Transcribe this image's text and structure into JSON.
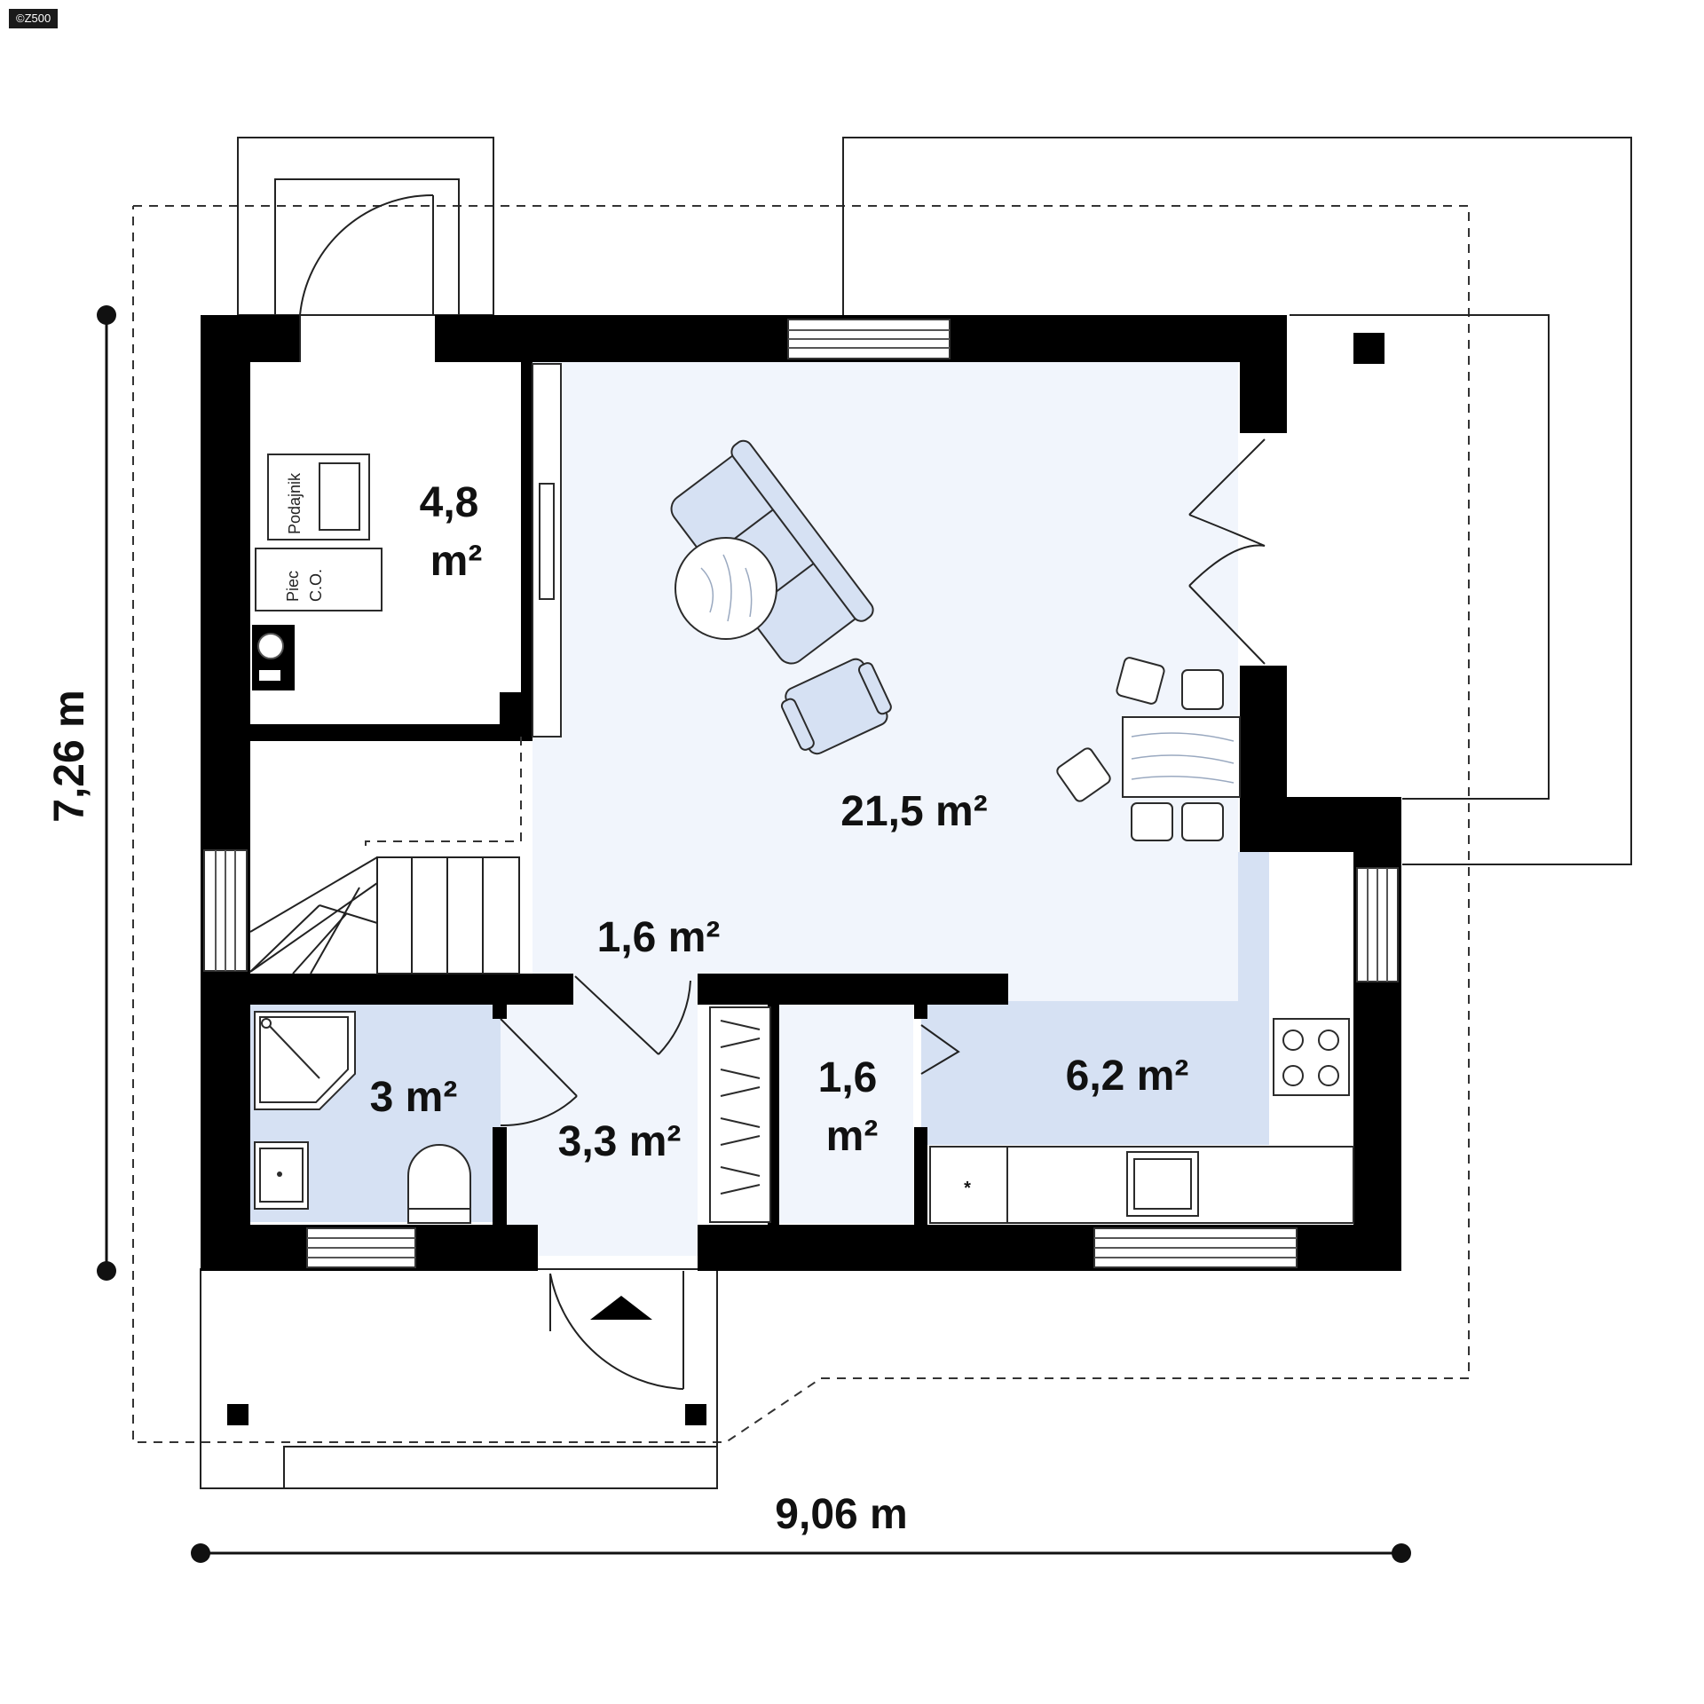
{
  "watermark": "©Z500",
  "dimensions": {
    "height_label": "7,26 m",
    "width_label": "9,06 m"
  },
  "rooms": {
    "boiler_area_number": "4,8",
    "boiler_area_unit": "m²",
    "living_area": "21,5 m²",
    "hall_area": "1,6 m²",
    "bathroom_area": "3 m²",
    "vestibule_area": "3,3 m²",
    "pantry_area_number": "1,6",
    "pantry_area_unit": "m²",
    "kitchen_area": "6,2 m²"
  },
  "equipment": {
    "feeder_label": "Podajnik",
    "boiler_label_1": "Piec",
    "boiler_label_2": "C.O.",
    "fridge_mark": "*"
  },
  "colors": {
    "room_fill_light": "#f1f5fc",
    "room_fill_blue": "#d6e1f3",
    "wall": "#000000"
  }
}
